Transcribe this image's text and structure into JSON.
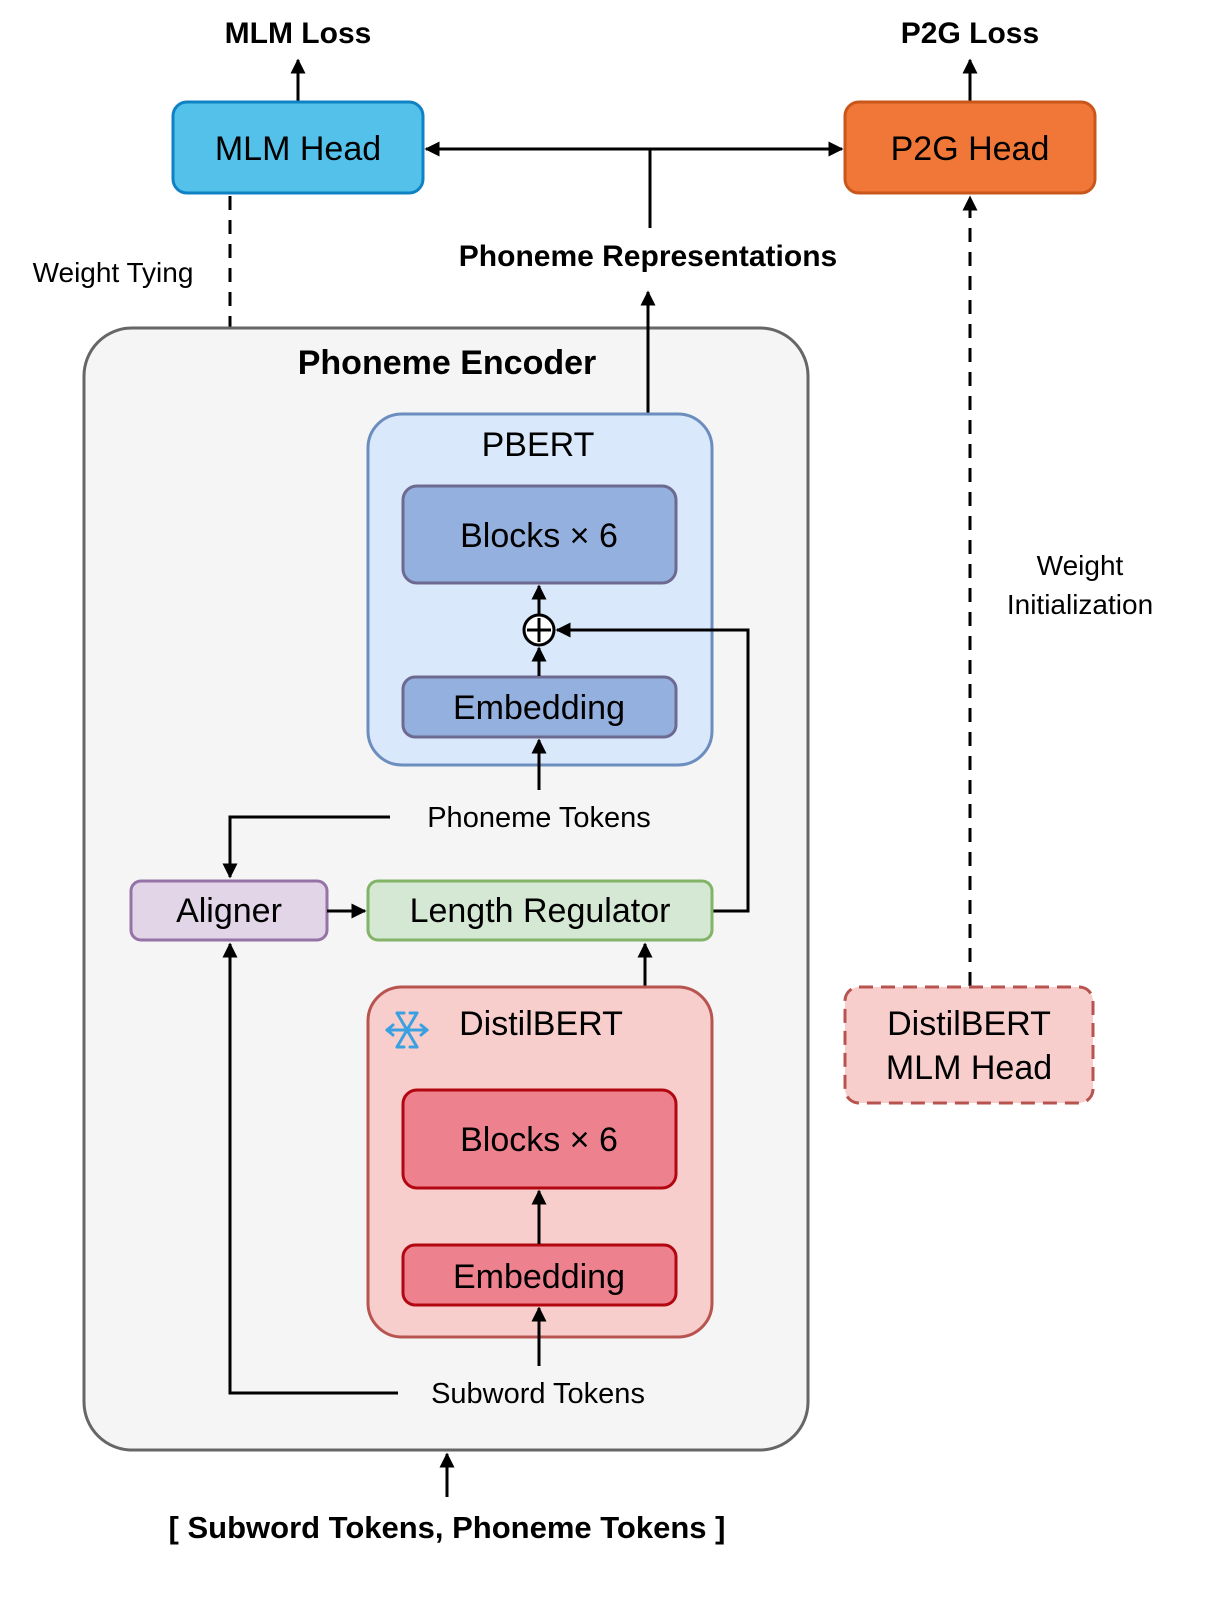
{
  "outputs": {
    "mlm_loss": "MLM Loss",
    "p2g_loss": "P2G Loss"
  },
  "heads": {
    "mlm_head": "MLM Head",
    "p2g_head": "P2G Head",
    "distilbert_mlm_head_line1": "DistilBERT",
    "distilbert_mlm_head_line2": "MLM Head"
  },
  "annotations": {
    "weight_tying": "Weight Tying",
    "phoneme_representations": "Phoneme Representations",
    "weight_initialization_line1": "Weight",
    "weight_initialization_line2": "Initialization"
  },
  "encoder": {
    "title": "Phoneme Encoder",
    "pbert": {
      "title": "PBERT",
      "blocks": "Blocks × 6",
      "embedding": "Embedding",
      "add_symbol": "+"
    },
    "phoneme_tokens": "Phoneme Tokens",
    "aligner": "Aligner",
    "length_regulator": "Length Regulator",
    "distilbert": {
      "title": "DistilBERT",
      "frozen_icon": "snowflake-icon",
      "blocks": "Blocks × 6",
      "embedding": "Embedding"
    },
    "subword_tokens": "Subword Tokens"
  },
  "input_label": "[ Subword Tokens, Phoneme Tokens ]",
  "colors": {
    "mlm_head": "#53c1e9",
    "p2g_head": "#f07737",
    "encoder_bg": "#f5f5f5",
    "pbert_bg": "#dae8fc",
    "pbert_block": "#94b0de",
    "distil_bg": "#f8cecc",
    "distil_block": "#ed828e",
    "aligner": "#e1d5e7",
    "length_regulator": "#d5e8d4"
  }
}
